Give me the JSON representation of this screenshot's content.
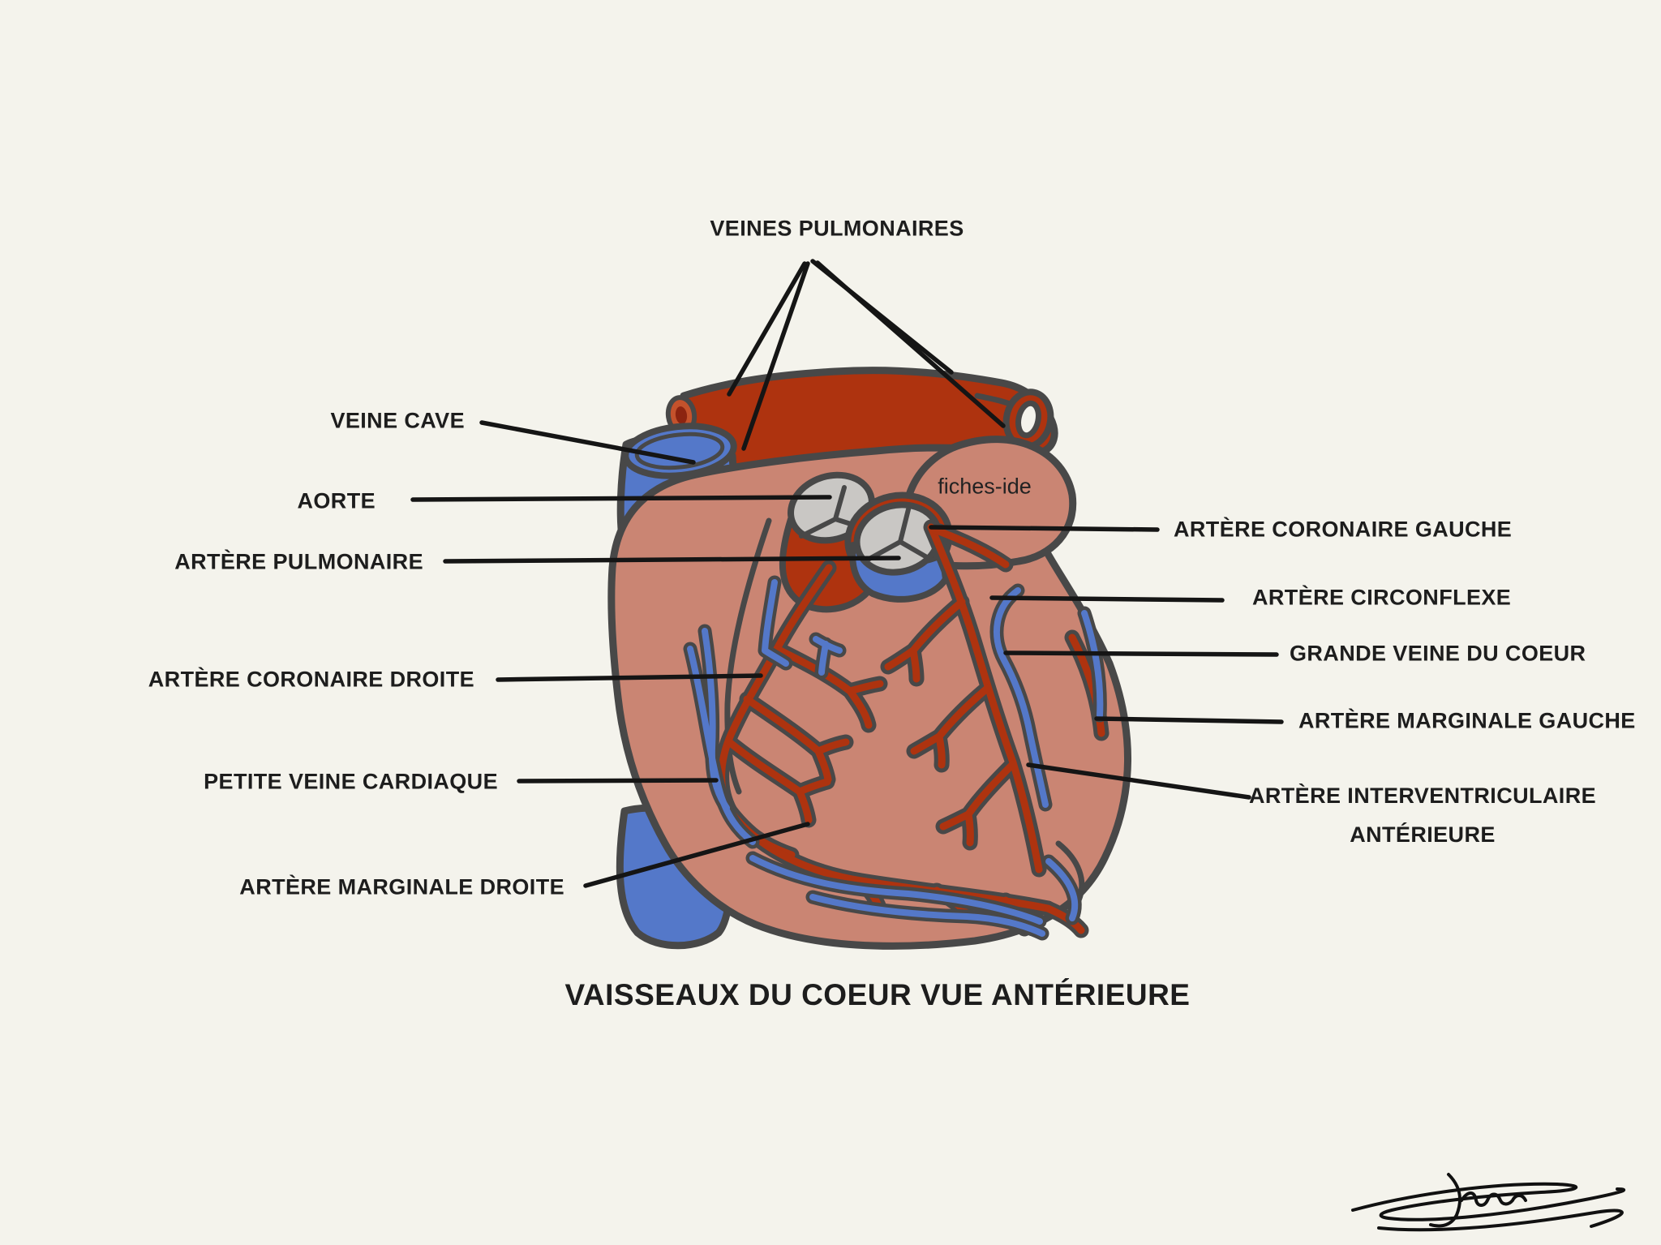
{
  "diagram": {
    "watermark": "fiches-ide",
    "title": "VAISSEAUX DU COEUR VUE ANTÉRIEURE",
    "labels": {
      "veines_pulmonaires": "VEINES PULMONAIRES",
      "veine_cave": "VEINE CAVE",
      "aorte": "AORTE",
      "artere_pulmonaire": "ARTÈRE PULMONAIRE",
      "artere_coronaire_droite": "ARTÈRE CORONAIRE DROITE",
      "petite_veine_cardiaque": "PETITE VEINE CARDIAQUE",
      "artere_marginale_droite": "ARTÈRE MARGINALE DROITE",
      "artere_coronaire_gauche": "ARTÈRE CORONAIRE GAUCHE",
      "artere_circonflexe": "ARTÈRE CIRCONFLEXE",
      "grande_veine_du_coeur": "GRANDE VEINE DU COEUR",
      "artere_marginale_gauche": "ARTÈRE MARGINALE GAUCHE",
      "artere_interventriculaire_line1": "ARTÈRE INTERVENTRICULAIRE",
      "artere_interventriculaire_line2": "ANTÉRIEURE"
    },
    "colors": {
      "background": "#f4f3ec",
      "heart_body": "#ca8573",
      "vessel_red": "#ae330f",
      "vessel_blue": "#5478c9",
      "ring_orange": "#c4522c",
      "valve_gray": "#c9c7c4",
      "outline": "#484848",
      "label_text": "#1d1d1d"
    }
  }
}
